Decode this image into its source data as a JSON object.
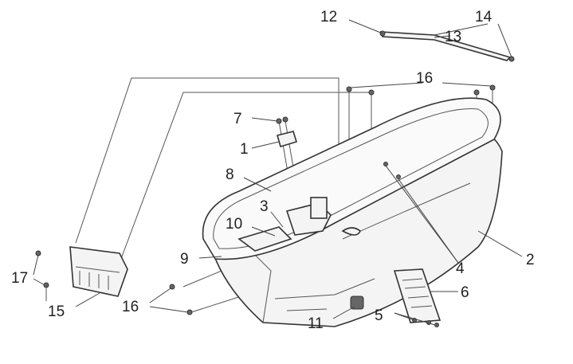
{
  "diagram": {
    "title": "Storage bin exploded parts diagram",
    "callouts": {
      "c1": "1",
      "c2": "2",
      "c3": "3",
      "c4": "4",
      "c5": "5",
      "c6": "6",
      "c7": "7",
      "c8": "8",
      "c9": "9",
      "c10": "10",
      "c11": "11",
      "c12": "12",
      "c13": "13",
      "c14": "14",
      "c15": "15",
      "c16a": "16",
      "c16b": "16",
      "c17": "17"
    }
  }
}
